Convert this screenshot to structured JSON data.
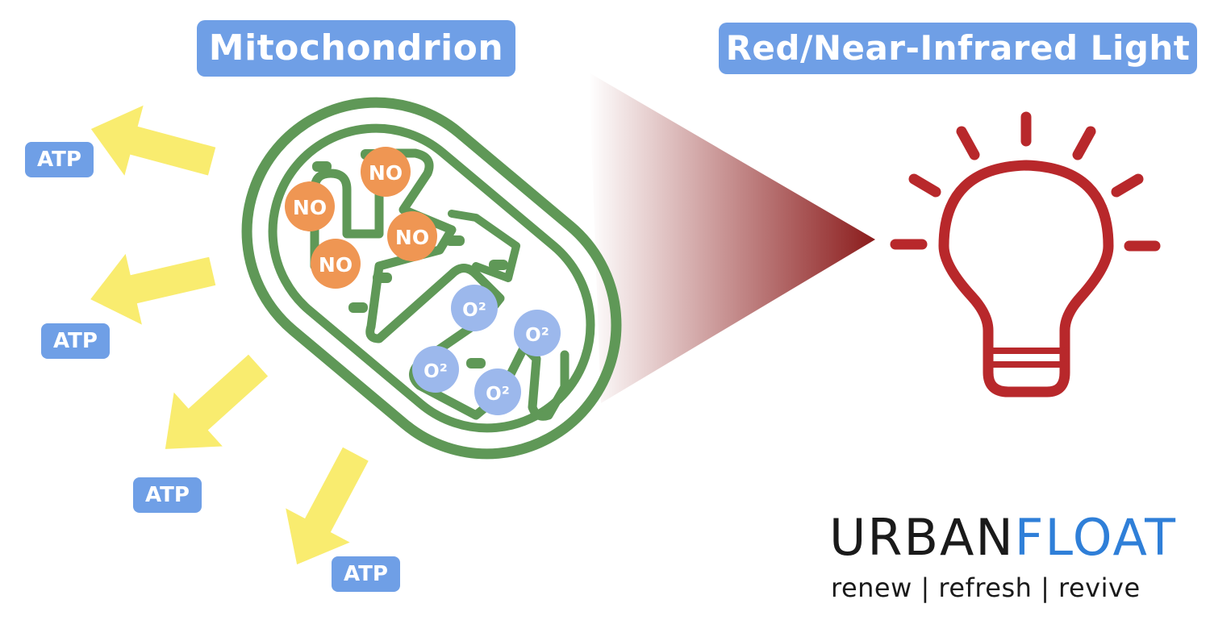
{
  "titles": {
    "mitochondrion": "Mitochondrion",
    "light": "Red/Near-Infrared Light"
  },
  "atp_labels": [
    "ATP",
    "ATP",
    "ATP",
    "ATP"
  ],
  "molecules": {
    "nitric_oxide": [
      "NO",
      "NO",
      "NO",
      "NO"
    ],
    "oxygen": [
      "O²",
      "O²",
      "O²",
      "O²"
    ]
  },
  "brand": {
    "name_part1": "URBAN",
    "name_part2": "FLOAT",
    "tagline": "renew | refresh | revive"
  },
  "colors": {
    "title_bg": "#6f9fe6",
    "arrow": "#f9ec6f",
    "mitochondrion": "#5f9857",
    "nitric_oxide": "#ef9653",
    "oxygen": "#9cb8ec",
    "bulb": "#b8282b",
    "light_beam": "#8b1c1c",
    "brand_accent": "#2f7fd8"
  },
  "icons": [
    "bulb-icon",
    "mitochondrion-icon",
    "arrow-icon"
  ]
}
